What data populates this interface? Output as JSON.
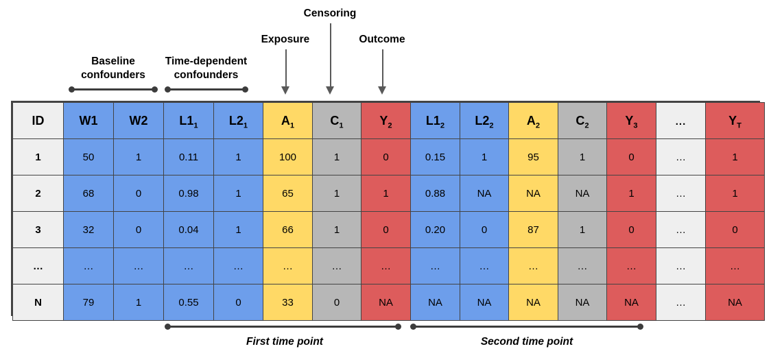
{
  "annotations": {
    "top": [
      {
        "id": "baseline-confounders",
        "label": "Baseline\nconfounders"
      },
      {
        "id": "time-dependent-confounders",
        "label": "Time-dependent\nconfounders"
      },
      {
        "id": "exposure",
        "label": "Exposure"
      },
      {
        "id": "censoring",
        "label": "Censoring"
      },
      {
        "id": "outcome",
        "label": "Outcome"
      }
    ],
    "bottom": [
      {
        "id": "first-time-point",
        "label": "First time point"
      },
      {
        "id": "second-time-point",
        "label": "Second time point"
      }
    ]
  },
  "table": {
    "columns": [
      {
        "key": "ID",
        "base": "ID",
        "sub": "",
        "color": "id"
      },
      {
        "key": "W1",
        "base": "W1",
        "sub": "",
        "color": "blue"
      },
      {
        "key": "W2",
        "base": "W2",
        "sub": "",
        "color": "blue"
      },
      {
        "key": "L1_1",
        "base": "L1",
        "sub": "1",
        "color": "blue"
      },
      {
        "key": "L2_1",
        "base": "L2",
        "sub": "1",
        "color": "blue"
      },
      {
        "key": "A_1",
        "base": "A",
        "sub": "1",
        "color": "yellow"
      },
      {
        "key": "C_1",
        "base": "C",
        "sub": "1",
        "color": "gray"
      },
      {
        "key": "Y_2",
        "base": "Y",
        "sub": "2",
        "color": "red"
      },
      {
        "key": "L1_2",
        "base": "L1",
        "sub": "2",
        "color": "blue"
      },
      {
        "key": "L2_2",
        "base": "L2",
        "sub": "2",
        "color": "blue"
      },
      {
        "key": "A_2",
        "base": "A",
        "sub": "2",
        "color": "yellow"
      },
      {
        "key": "C_2",
        "base": "C",
        "sub": "2",
        "color": "gray"
      },
      {
        "key": "Y_3",
        "base": "Y",
        "sub": "3",
        "color": "red"
      },
      {
        "key": "dots",
        "base": "...",
        "sub": "",
        "color": "white"
      },
      {
        "key": "Y_T",
        "base": "Y",
        "sub": "T",
        "color": "red"
      }
    ],
    "rows": [
      {
        "id": "1",
        "cells": [
          "50",
          "1",
          "0.11",
          "1",
          "100",
          "1",
          "0",
          "0.15",
          "1",
          "95",
          "1",
          "0",
          "…",
          "1"
        ]
      },
      {
        "id": "2",
        "cells": [
          "68",
          "0",
          "0.98",
          "1",
          "65",
          "1",
          "1",
          "0.88",
          "NA",
          "NA",
          "NA",
          "1",
          "…",
          "1"
        ]
      },
      {
        "id": "3",
        "cells": [
          "32",
          "0",
          "0.04",
          "1",
          "66",
          "1",
          "0",
          "0.20",
          "0",
          "87",
          "1",
          "0",
          "…",
          "0"
        ]
      },
      {
        "id": "…",
        "cells": [
          "…",
          "…",
          "…",
          "…",
          "…",
          "…",
          "…",
          "…",
          "…",
          "…",
          "…",
          "…",
          "…",
          "…"
        ]
      },
      {
        "id": "N",
        "cells": [
          "79",
          "1",
          "0.55",
          "0",
          "33",
          "0",
          "NA",
          "NA",
          "NA",
          "NA",
          "NA",
          "NA",
          "…",
          "NA"
        ]
      }
    ]
  },
  "colors": {
    "blue": "#6d9eeb",
    "yellow": "#ffd966",
    "gray": "#b7b7b7",
    "red": "#dd5c5c",
    "id": "#efefef",
    "border": "#434343",
    "annotation": "#3c3c3c",
    "arrow": "#595959"
  }
}
